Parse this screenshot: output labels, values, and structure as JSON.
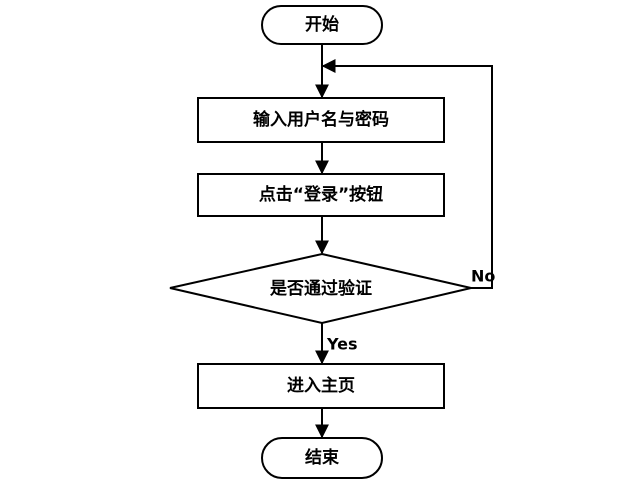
{
  "flowchart": {
    "nodes": {
      "start": "开始",
      "input": "输入用户名与密码",
      "click": "点击“登录”按钮",
      "decision": "是否通过验证",
      "home": "进入主页",
      "end": "结束"
    },
    "edges": {
      "yes": "Yes",
      "no": "No"
    }
  }
}
